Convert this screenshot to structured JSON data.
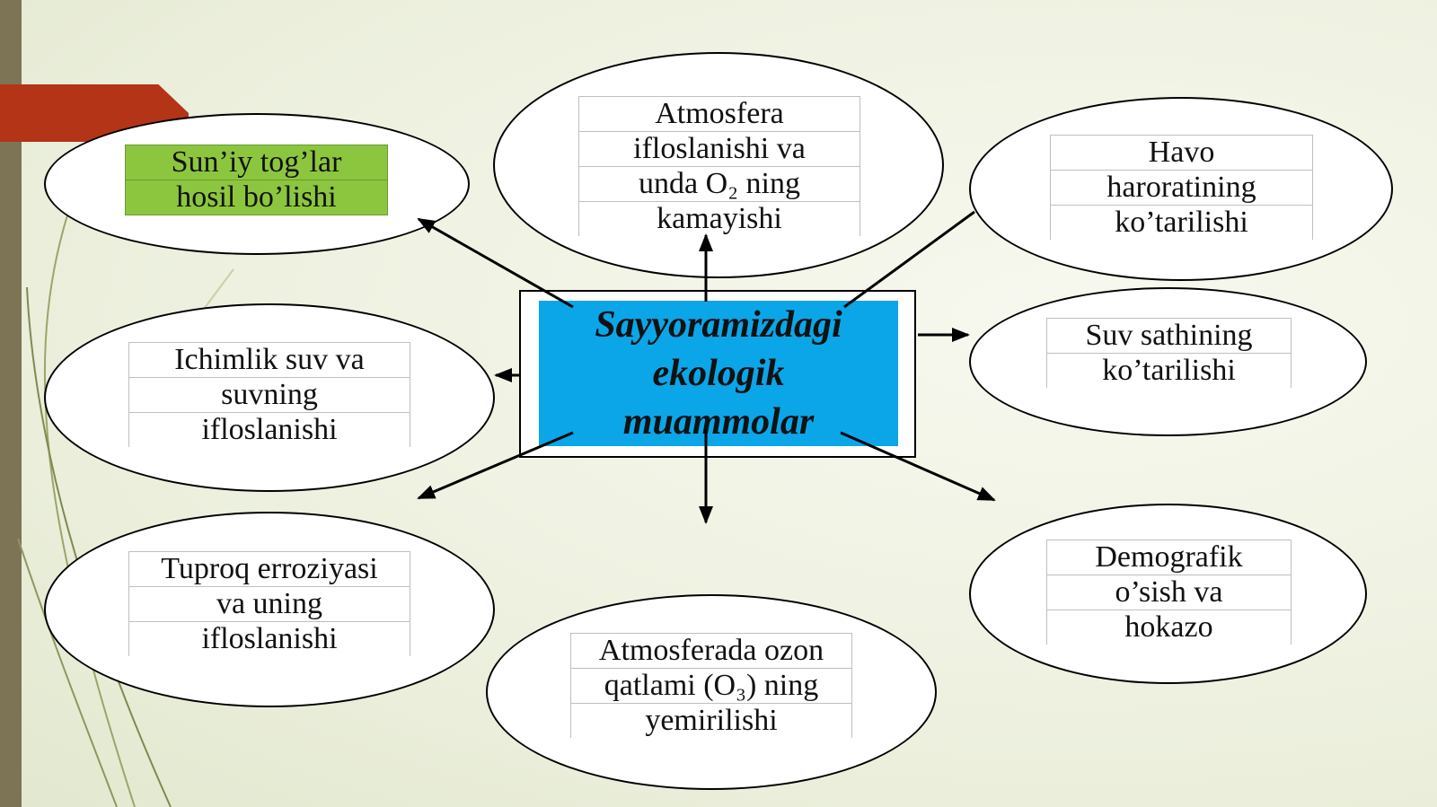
{
  "center": {
    "lines": [
      "Sayyoramizdagi",
      "ekologik",
      "muammolar"
    ],
    "fill_color": "#0aa6e8"
  },
  "nodes": [
    {
      "id": "sun-iy-toglar",
      "lines": [
        "Sun’iy tog’lar",
        "hosil bo’lishi"
      ],
      "fill_color": "#8cc63f"
    },
    {
      "id": "atmosfera-ifloslanishi",
      "lines": [
        "Atmosfera",
        "ifloslanishi va",
        "unda O₂ ning",
        "kamayishi"
      ]
    },
    {
      "id": "havo-harorati",
      "lines": [
        "Havo",
        "haroratining",
        "ko’tarilishi"
      ]
    },
    {
      "id": "ichimlik-suv",
      "lines": [
        "Ichimlik suv va",
        "suvning",
        "ifloslanishi"
      ]
    },
    {
      "id": "suv-sathi",
      "lines": [
        "Suv sathining",
        "ko’tarilishi"
      ]
    },
    {
      "id": "tuproq-erroziyasi",
      "lines": [
        "Tuproq erroziyasi",
        "va uning",
        "ifloslanishi"
      ]
    },
    {
      "id": "ozon-qatlami",
      "lines": [
        "Atmosferada ozon",
        "qatlami (O₃) ning",
        "yemirilishi"
      ]
    },
    {
      "id": "demografik",
      "lines": [
        "Demografik",
        "o’sish va",
        "hokazo"
      ]
    }
  ]
}
